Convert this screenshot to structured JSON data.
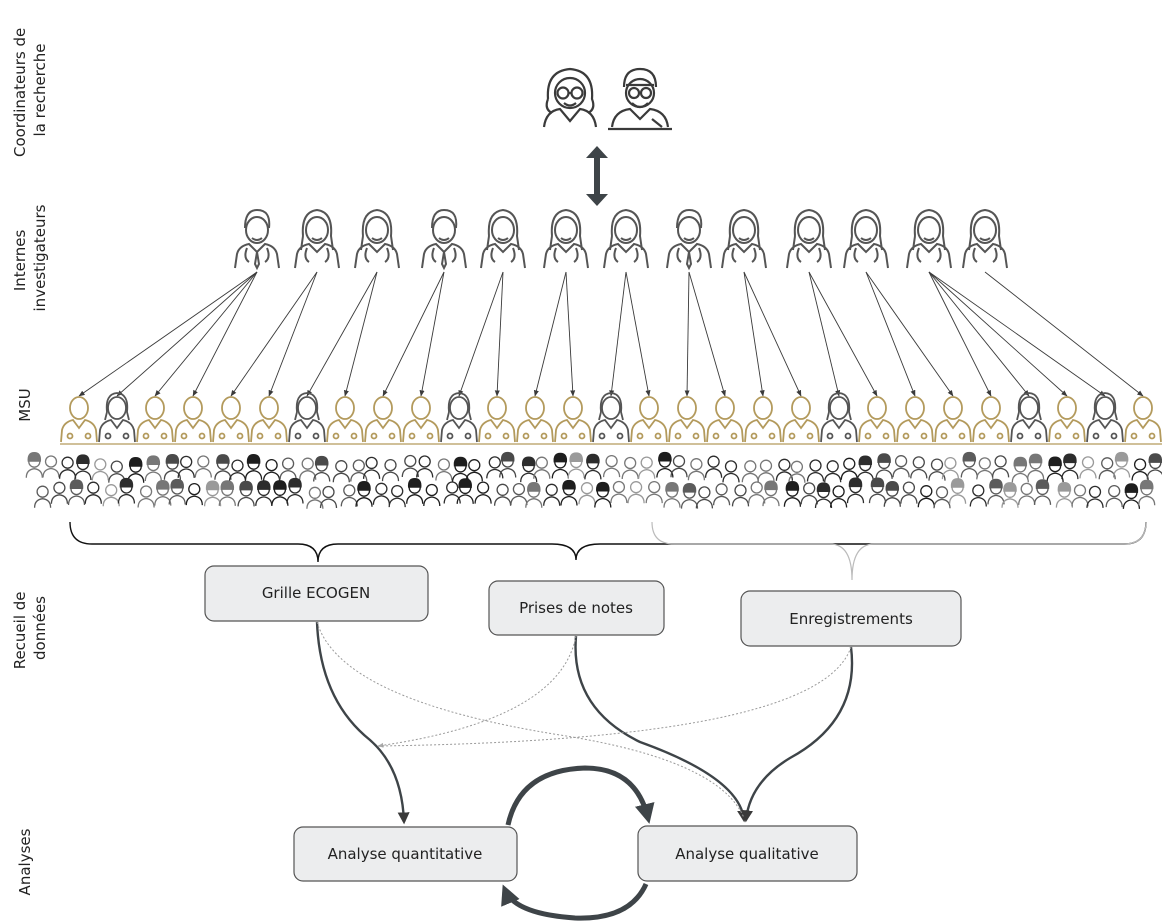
{
  "row_labels": {
    "coordinators": [
      "Coordinateurs de",
      "la recherche"
    ],
    "investigators": [
      "Internes",
      "investigateurs"
    ],
    "msu": [
      "MSU"
    ],
    "data_collection": [
      "Recueil de",
      "données"
    ],
    "analyses": [
      "Analyses"
    ]
  },
  "boxes": {
    "ecogen": "Grille ECOGEN",
    "notes": "Prises de notes",
    "recordings": "Enregistrements",
    "quantitative": "Analyse quantitative",
    "qualitative": "Analyse qualitative"
  },
  "counts": {
    "coordinators": 2,
    "investigators": 13,
    "msu": 29
  },
  "colors": {
    "box_fill": "#ecedee",
    "box_stroke": "#555555",
    "arrow": "#3a3a3a",
    "msu_gold": "#b39a5c",
    "brace_dark": "#111111",
    "brace_light": "#bbbbbb"
  },
  "icons": {
    "coordinator": "doctor-glasses-icon",
    "investigator": "doctor-stethoscope-icon",
    "msu": "general-practitioner-icon",
    "patients": "patient-crowd-icon"
  }
}
